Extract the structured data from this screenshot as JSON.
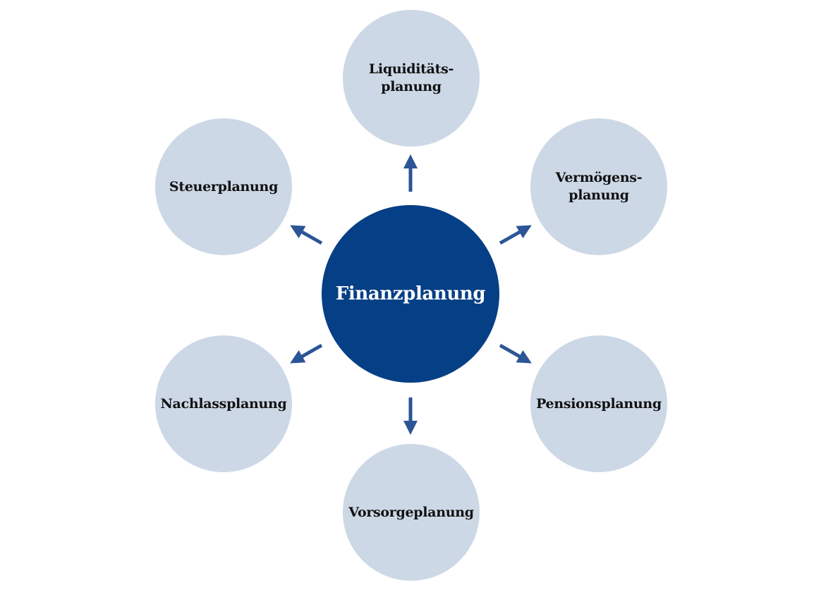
{
  "center": {
    "label": "Finanzplanung"
  },
  "nodes": [
    {
      "id": "liquiditaet",
      "label": "Liquiditäts-\nplanung"
    },
    {
      "id": "vermoegen",
      "label": "Vermögens-\nplanung"
    },
    {
      "id": "pension",
      "label": "Pensionsplanung"
    },
    {
      "id": "vorsorge",
      "label": "Vorsorgeplanung"
    },
    {
      "id": "nachlass",
      "label": "Nachlassplanung"
    },
    {
      "id": "steuer",
      "label": "Steuerplanung"
    }
  ],
  "colors": {
    "center_fill": "#053f86",
    "node_fill": "#cdd8e6",
    "arrow": "#2b5597",
    "center_text": "#ffffff",
    "node_text": "#111111"
  }
}
